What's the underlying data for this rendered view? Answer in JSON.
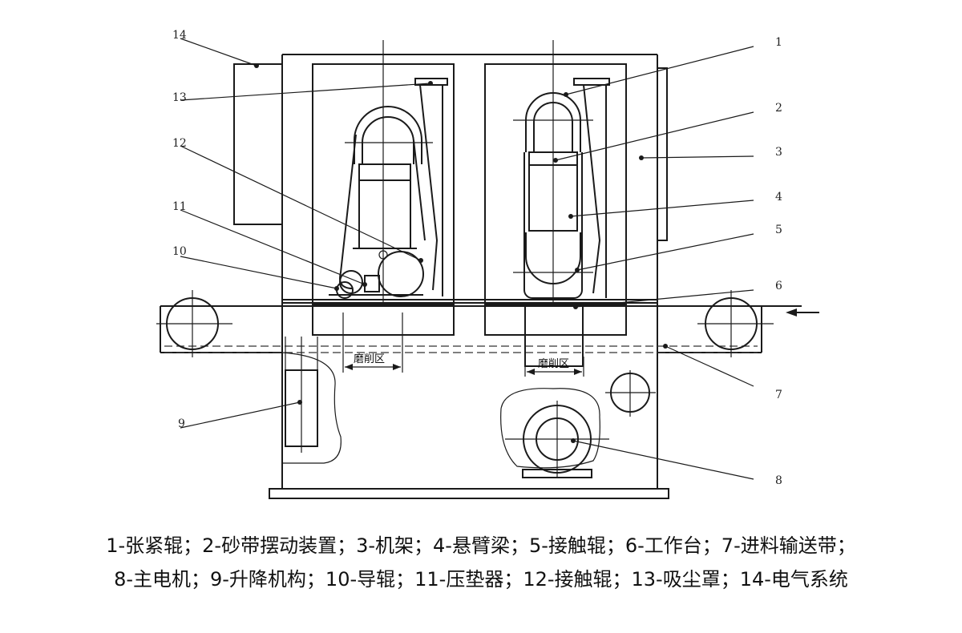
{
  "labels": {
    "l1": "1",
    "l2": "2",
    "l3": "3",
    "l4": "4",
    "l5": "5",
    "l6": "6",
    "l7": "7",
    "l8": "8",
    "l9": "9",
    "l10": "10",
    "l11": "11",
    "l12": "12",
    "l13": "13",
    "l14": "14"
  },
  "zones": {
    "left": "磨削区",
    "right": "磨削区"
  },
  "caption": {
    "line1": "1-张紧辊；2-砂带摆动装置；3-机架；4-悬臂梁；5-接触辊；6-工作台；7-进料输送带；",
    "line2": "8-主电机；9-升降机构；10-导辊；11-压垫器；12-接触辊；13-吸尘罩；14-电气系统"
  }
}
